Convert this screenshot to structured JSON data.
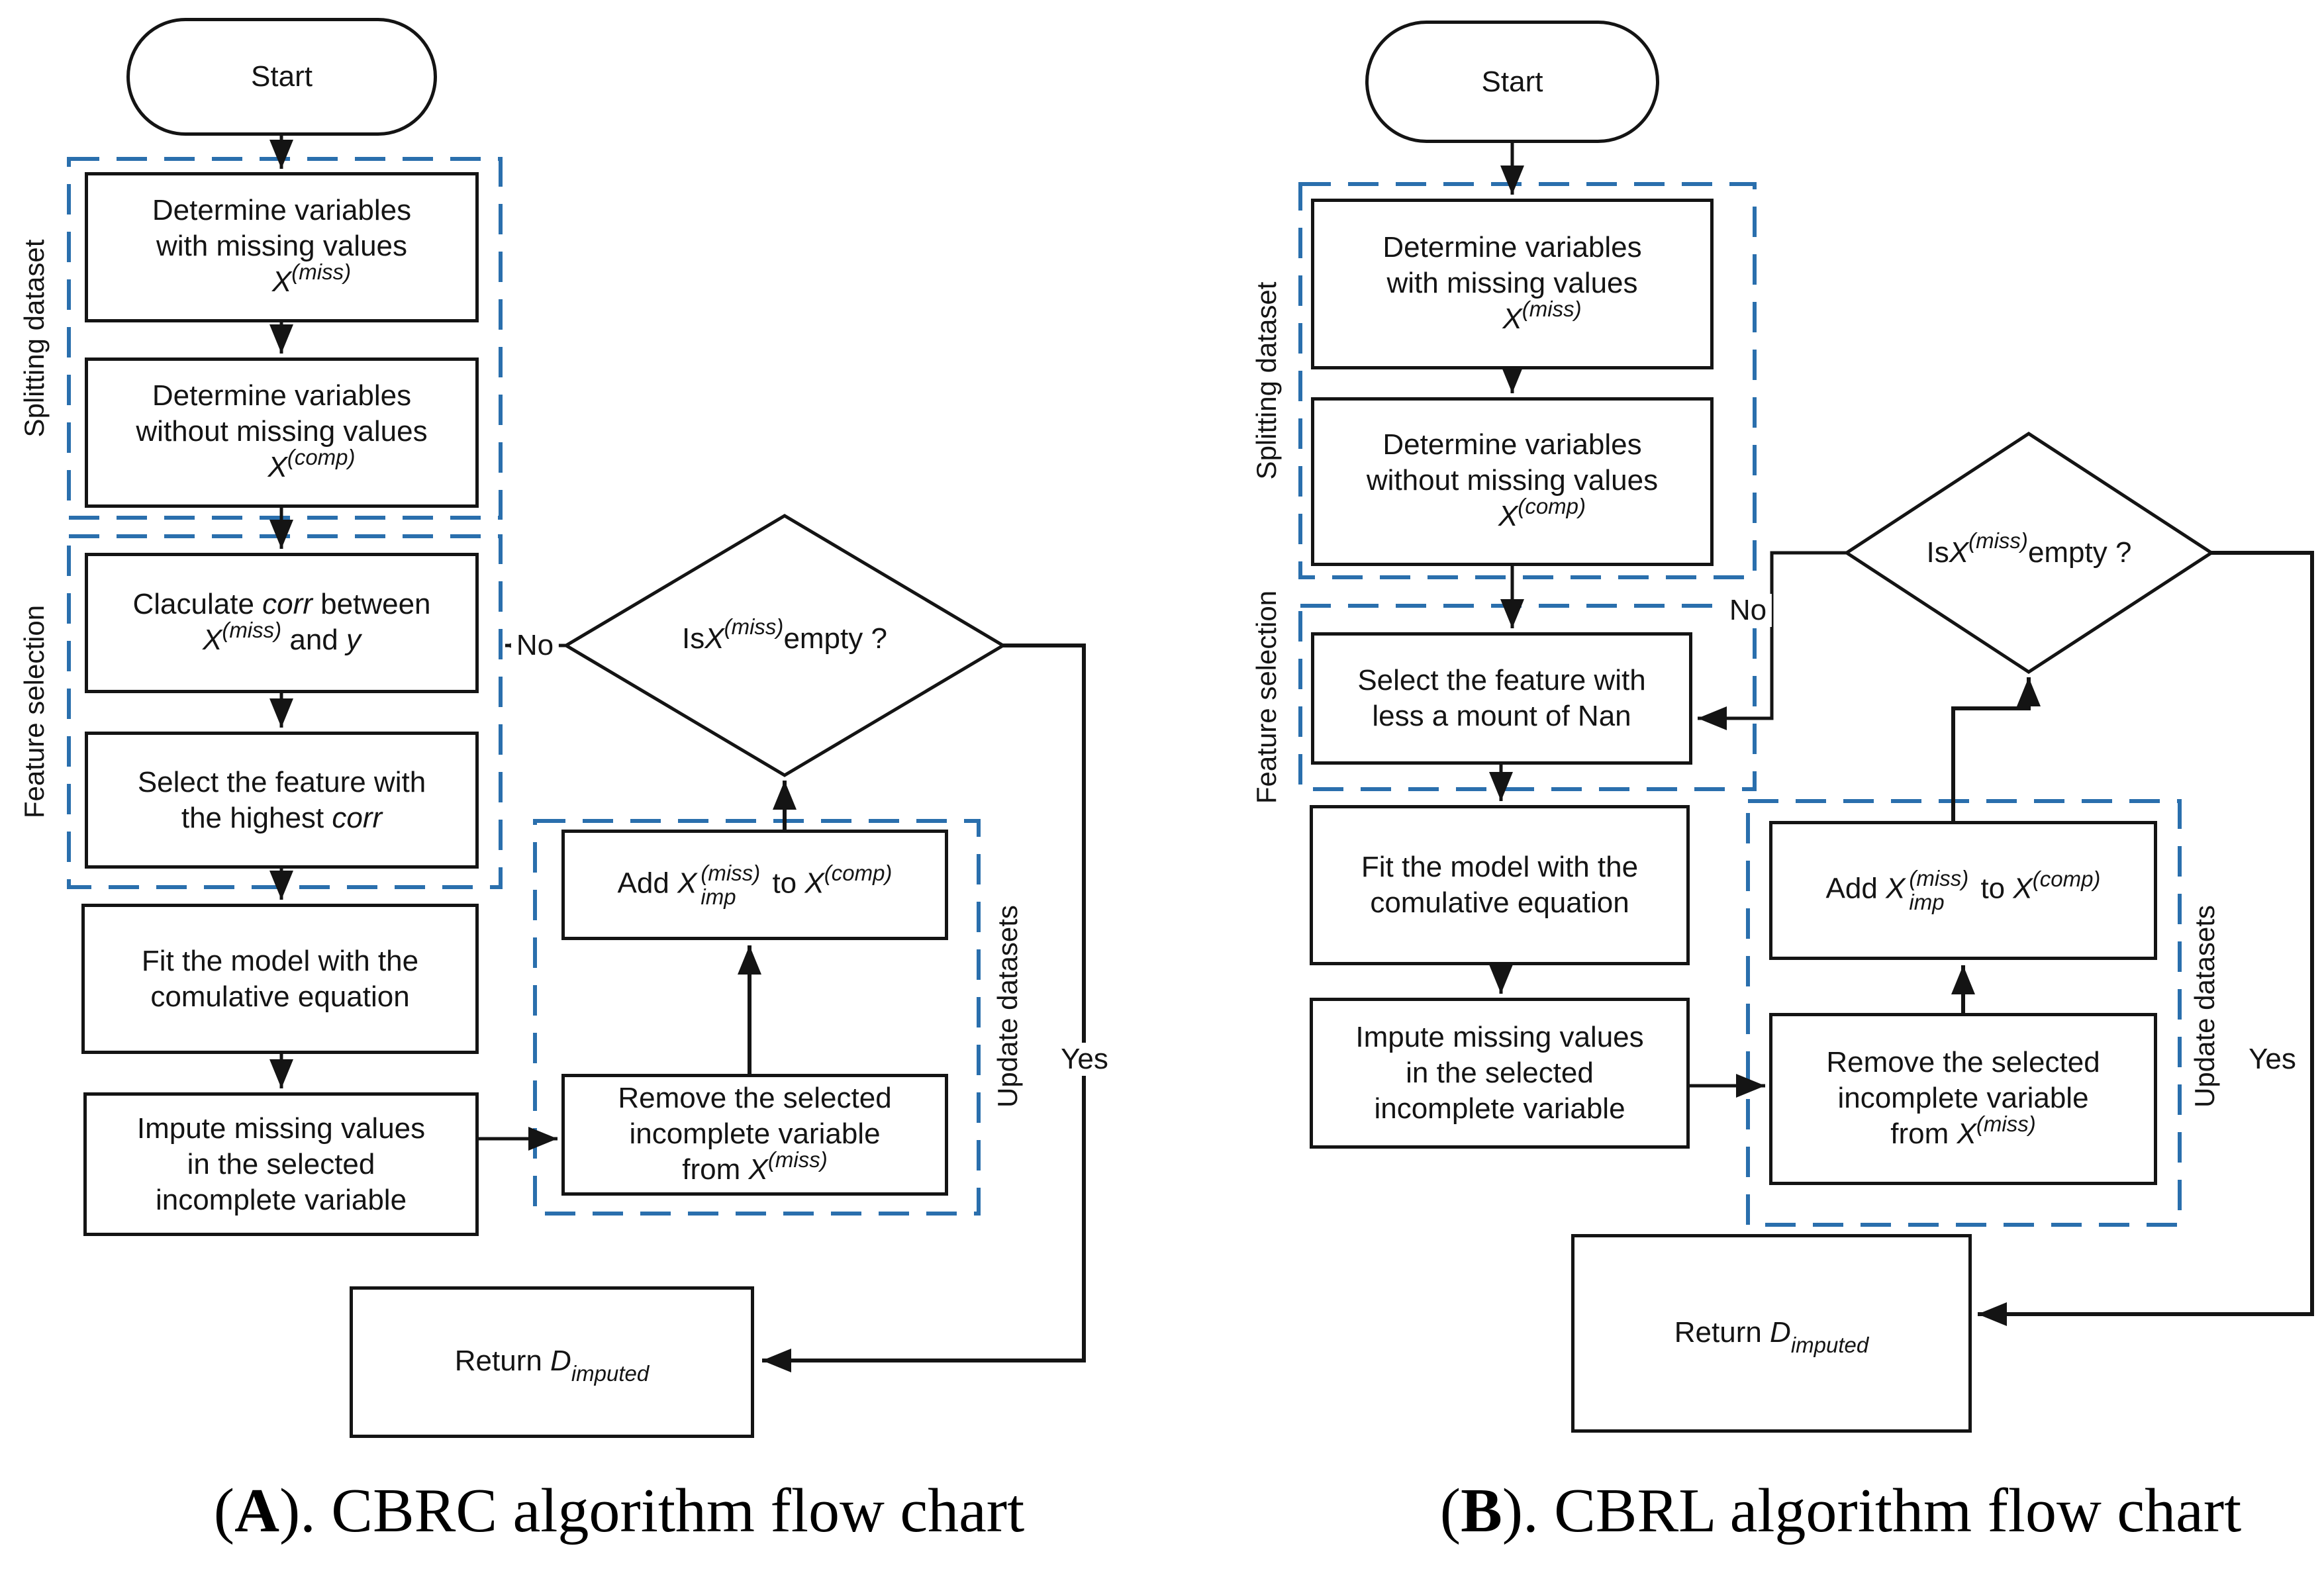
{
  "colors": {
    "dashed_border": "#2a6fad",
    "line": "#141414",
    "box_border": "#141414",
    "background": "#ffffff"
  },
  "chart_a": {
    "start_label": "Start",
    "no_label": "No",
    "yes_label": "Yes",
    "group_labels": {
      "splitting": "Splitting dataset",
      "feature": "Feature selection",
      "update": "Update datasets"
    },
    "nodes": {
      "determine_missing": {
        "line1": "Determine variables",
        "line2": "with missing values",
        "f_base": "X",
        "f_sup": "(miss)"
      },
      "determine_complete": {
        "line1": "Determine variables",
        "line2": "without missing values",
        "f_base": "X",
        "f_sup": "(comp)"
      },
      "calculate_corr": {
        "pre": "Claculate ",
        "italic": "corr",
        "post": " between",
        "f_base": "X",
        "f_sup": "(miss)",
        "f_mid": " and ",
        "f_y": "y"
      },
      "select_feature": {
        "line1": "Select the feature with",
        "pre": "the highest ",
        "italic": "corr"
      },
      "fit_model": {
        "line1": "Fit the model with the",
        "line2": "comulative equation"
      },
      "impute": {
        "line1": "Impute missing values",
        "line2": "in the selected",
        "line3": "incomplete variable"
      },
      "decision": {
        "pre": "Is ",
        "base": "X",
        "sup": "(miss)",
        "post": " empty ?"
      },
      "add": {
        "pre": "Add ",
        "base": "X",
        "sup": "(miss)",
        "sub": "imp",
        "mid": " to ",
        "base2": "X",
        "sup2": "(comp)"
      },
      "remove": {
        "line1": "Remove the selected",
        "line2": "incomplete variable",
        "pre": "from ",
        "base": "X",
        "sup": "(miss)"
      },
      "return": {
        "pre": "Return ",
        "base": "D",
        "sub": "imputed"
      }
    },
    "caption": {
      "open": "(",
      "letter": "A",
      "rest": "). CBRC algorithm flow chart"
    }
  },
  "chart_b": {
    "start_label": "Start",
    "no_label": "No",
    "yes_label": "Yes",
    "group_labels": {
      "splitting": "Splitting dataset",
      "feature": "Feature selection",
      "update": "Update datasets"
    },
    "nodes": {
      "determine_missing": {
        "line1": "Determine variables",
        "line2": "with missing values",
        "f_base": "X",
        "f_sup": "(miss)"
      },
      "determine_complete": {
        "line1": "Determine variables",
        "line2": "without missing values",
        "f_base": "X",
        "f_sup": "(comp)"
      },
      "select_feature": {
        "line1": "Select the feature with",
        "line2": "less a mount of Nan"
      },
      "fit_model": {
        "line1": "Fit the model with the",
        "line2": "comulative equation"
      },
      "impute": {
        "line1": "Impute missing values",
        "line2": "in the selected",
        "line3": "incomplete variable"
      },
      "decision": {
        "pre": "Is ",
        "base": "X",
        "sup": "(miss)",
        "post": " empty ?"
      },
      "add": {
        "pre": "Add ",
        "base": "X",
        "sup": "(miss)",
        "sub": "imp",
        "mid": " to ",
        "base2": "X",
        "sup2": "(comp)"
      },
      "remove": {
        "line1": "Remove the selected",
        "line2": "incomplete variable",
        "pre": "from ",
        "base": "X",
        "sup": "(miss)"
      },
      "return": {
        "pre": "Return ",
        "base": "D",
        "sub": "imputed"
      }
    },
    "caption": {
      "open": "(",
      "letter": "B",
      "rest": "). CBRL algorithm flow chart"
    }
  }
}
